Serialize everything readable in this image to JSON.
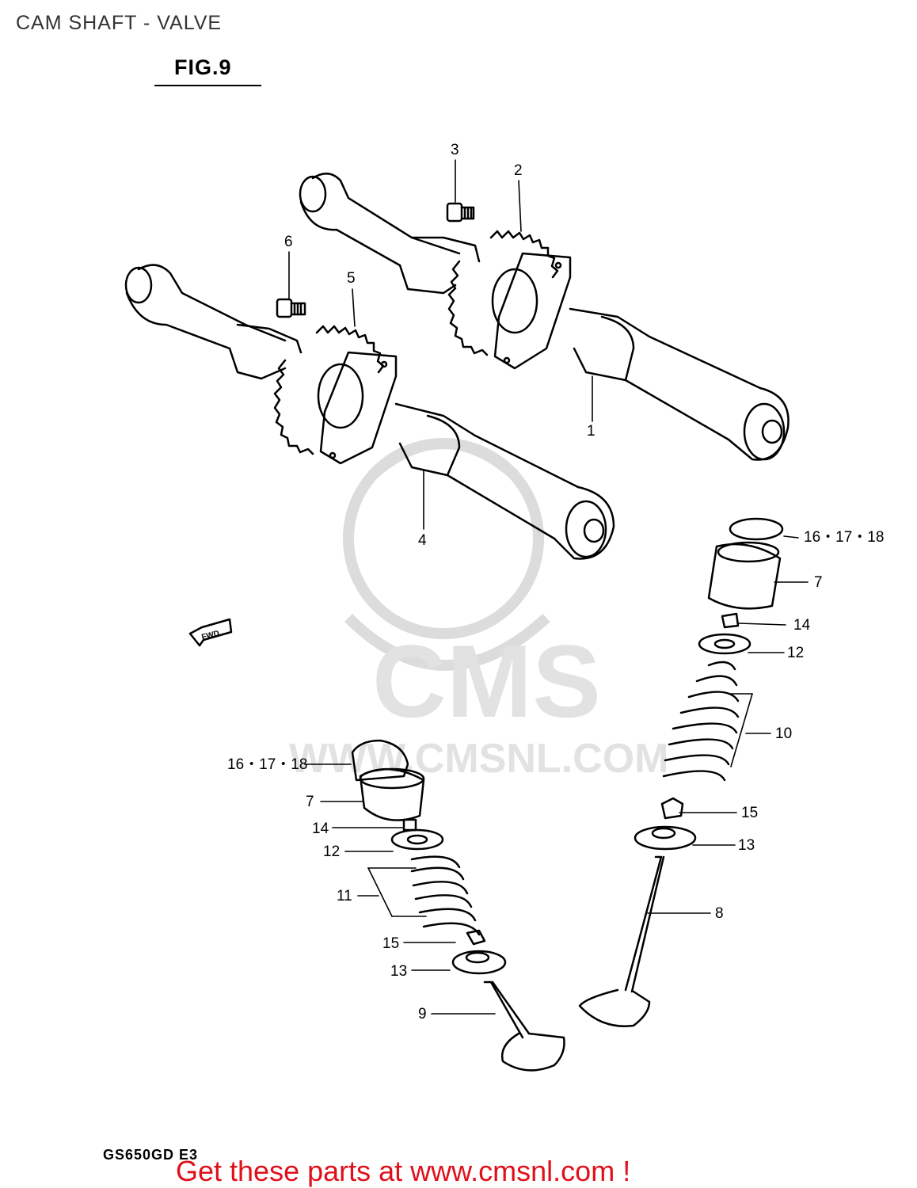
{
  "page": {
    "title": "CAM SHAFT - VALVE",
    "figure_label": "FIG.9",
    "model_code": "GS650GD E3",
    "footer_link_text": "Get these parts at www.cmsnl.com !",
    "fwd_label": "FWD",
    "watermark": {
      "brand": "CMS",
      "url": "WWW.CMSNL.COM"
    }
  },
  "callouts": {
    "c1": "1",
    "c2": "2",
    "c3": "3",
    "c4": "4",
    "c5": "5",
    "c6": "6",
    "c7_right": "7",
    "c7_left": "7",
    "c8": "8",
    "c9": "9",
    "c10": "10",
    "c11": "11",
    "c12_right": "12",
    "c12_left": "12",
    "c13_right": "13",
    "c13_left": "13",
    "c14_right": "14",
    "c14_left": "14",
    "c15_right": "15",
    "c15_left": "15",
    "c161718_right": "16・17・18",
    "c161718_left": "16・17・18"
  },
  "colors": {
    "footer_link": "#e0101a",
    "watermark": "#d9d9d9",
    "line": "#000000"
  }
}
